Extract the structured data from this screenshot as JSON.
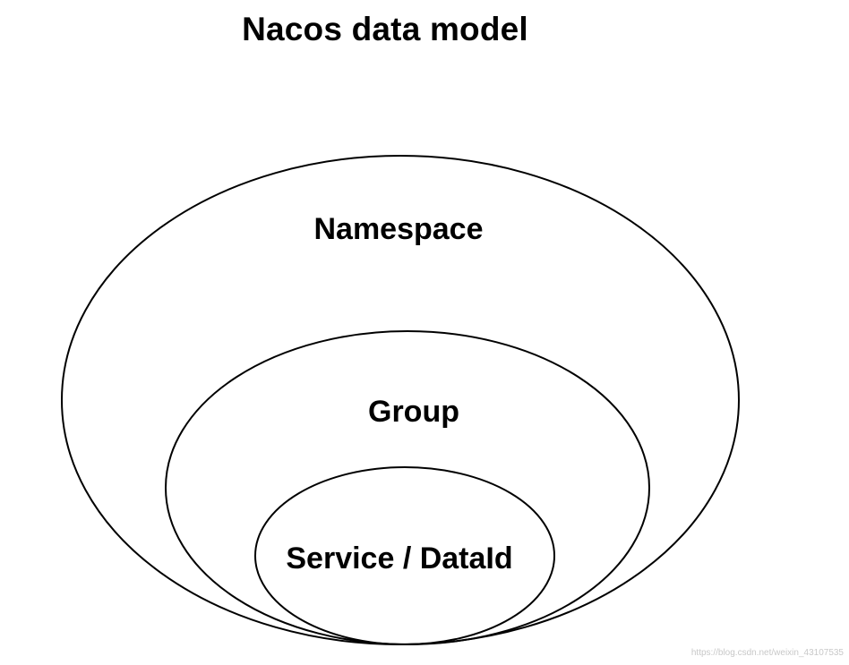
{
  "title": "Nacos data model",
  "layers": [
    {
      "id": "namespace",
      "label": "Namespace"
    },
    {
      "id": "group",
      "label": "Group"
    },
    {
      "id": "service",
      "label": "Service / DataId"
    }
  ],
  "watermark": "https://blog.csdn.net/weixin_43107535"
}
